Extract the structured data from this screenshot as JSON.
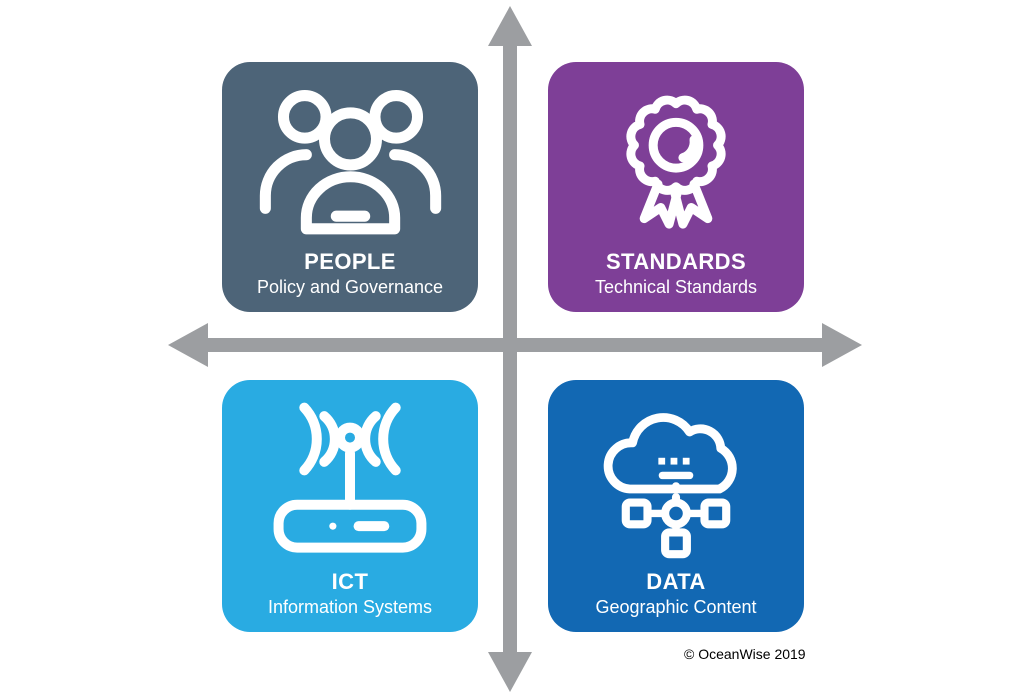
{
  "diagram": {
    "type": "quadrant-matrix",
    "axis_color": "#9c9ea1",
    "background": "#ffffff",
    "text_color": "#ffffff"
  },
  "quadrants": {
    "people": {
      "title": "PEOPLE",
      "subtitle": "Policy and Governance",
      "color": "#4d6478",
      "icon": "people-group-icon"
    },
    "standards": {
      "title": "STANDARDS",
      "subtitle": "Technical Standards",
      "color": "#7e3f97",
      "icon": "award-rosette-icon"
    },
    "ict": {
      "title": "ICT",
      "subtitle": "Information Systems",
      "color": "#29abe2",
      "icon": "router-wireless-icon"
    },
    "data": {
      "title": "DATA",
      "subtitle": "Geographic Content",
      "color": "#1268b3",
      "icon": "cloud-network-icon"
    }
  },
  "footer": {
    "credit": "© OceanWise 2019"
  }
}
